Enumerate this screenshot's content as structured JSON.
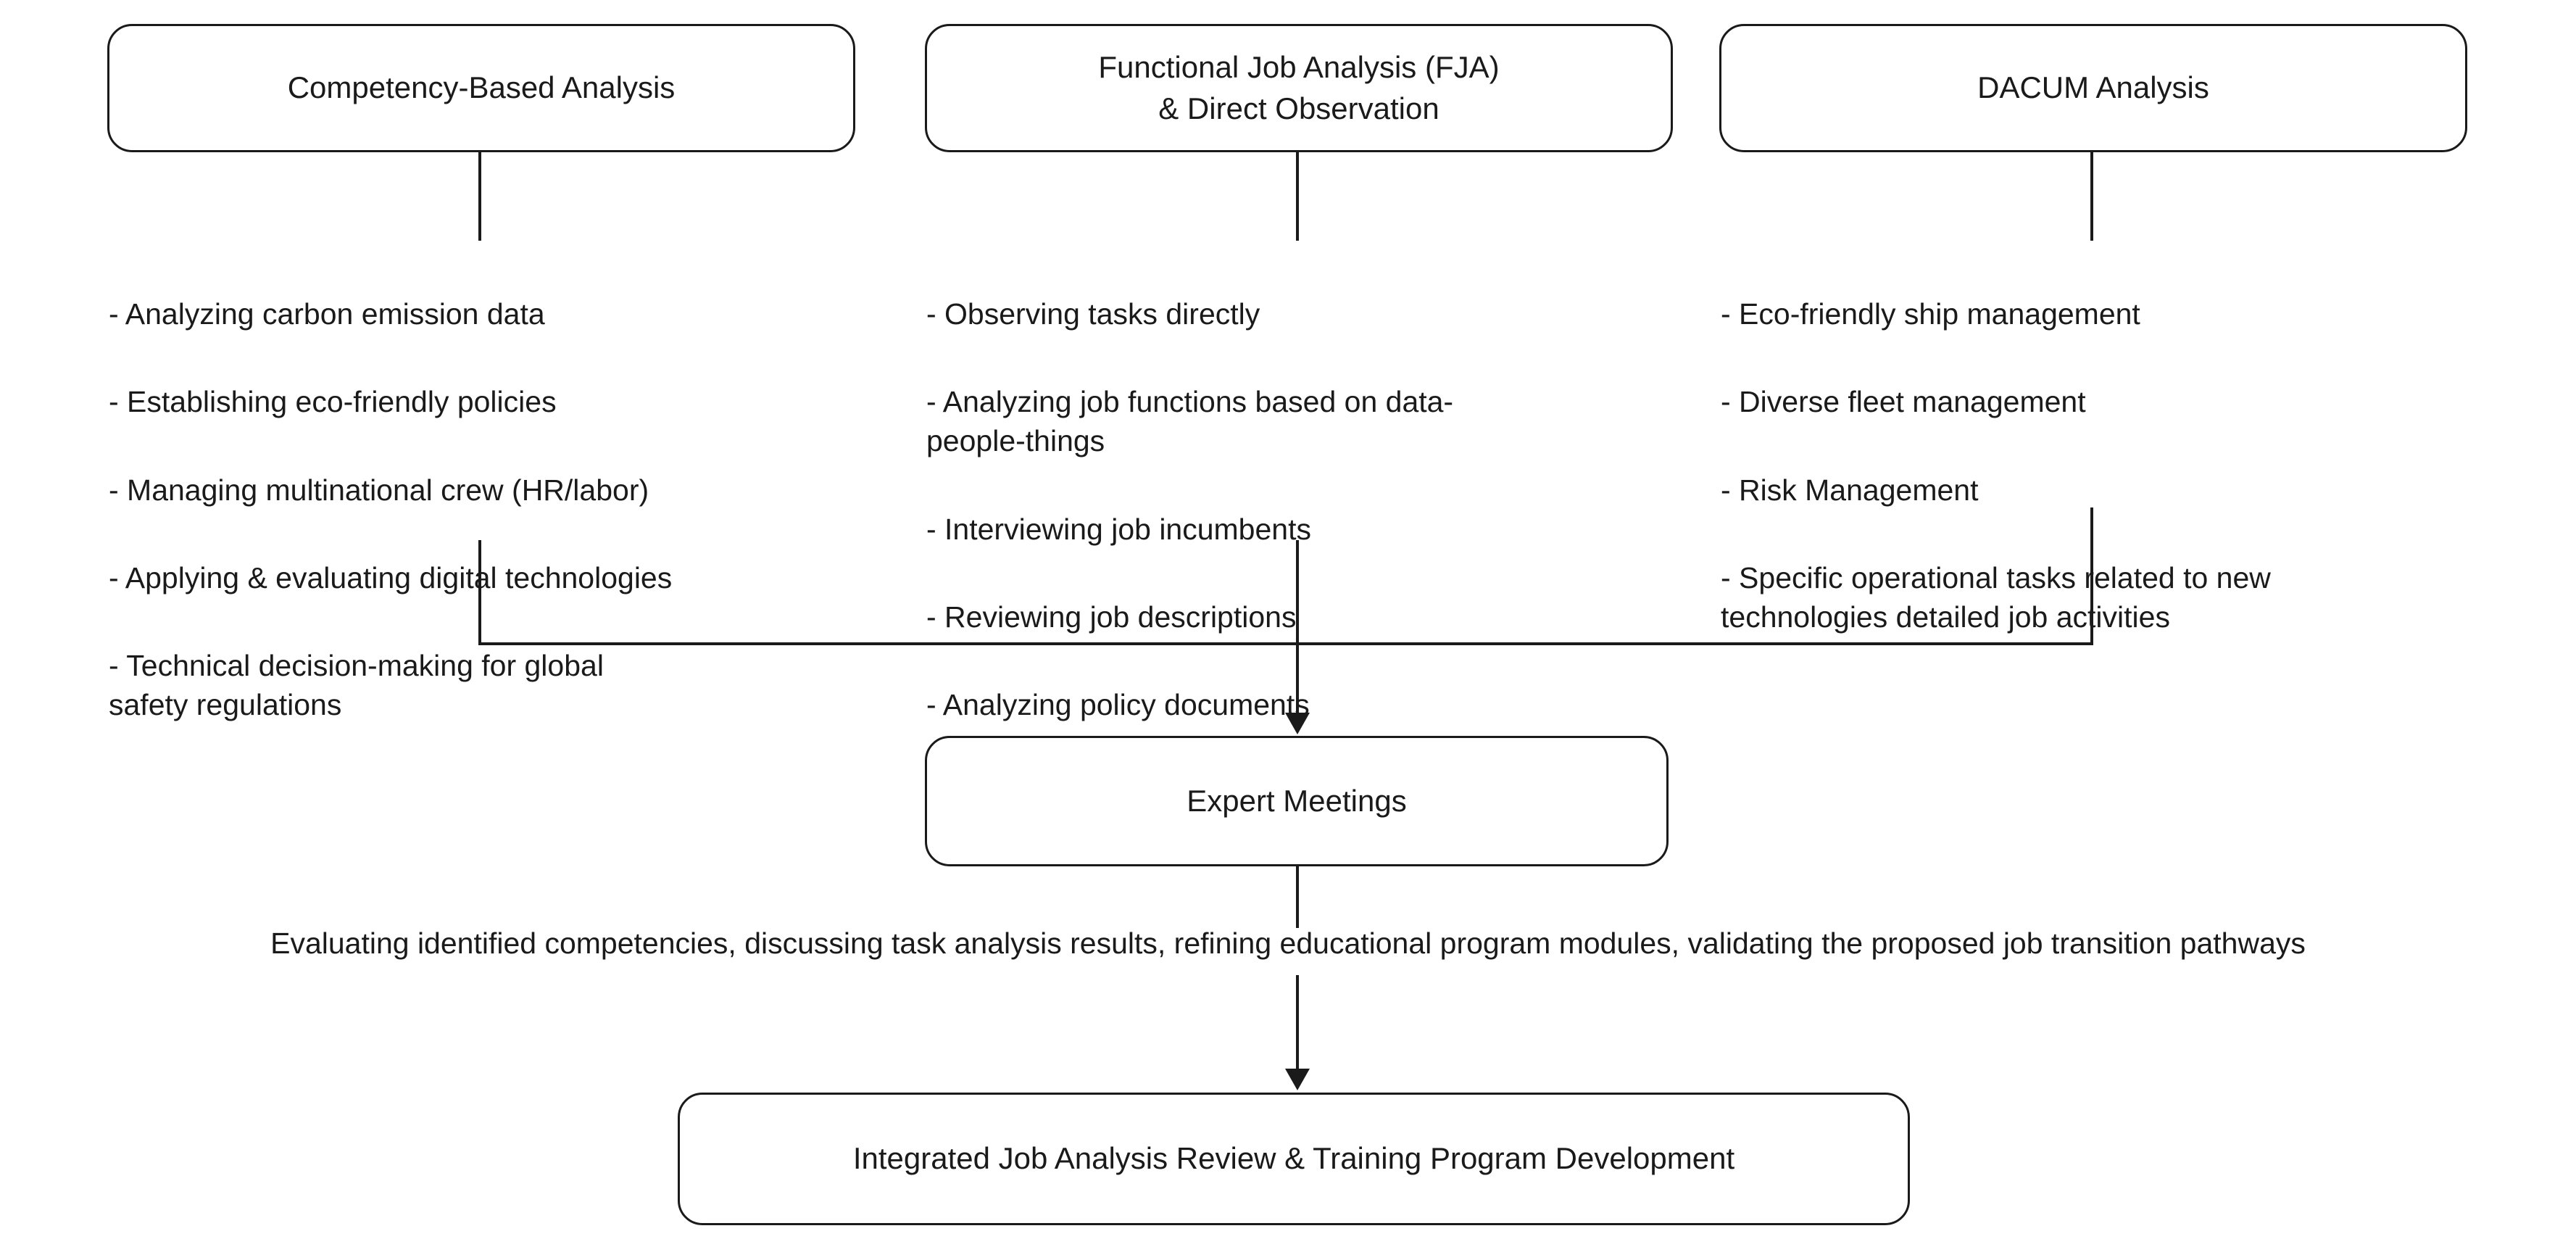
{
  "diagram": {
    "title": "Job Analysis Methods and Integration Flow",
    "colors": {
      "stroke": "#1a1a1a",
      "fill": "#ffffff",
      "text": "#1a1a1a"
    },
    "nodes": {
      "competency": {
        "label": "Competency-Based Analysis"
      },
      "fja": {
        "label": "Functional Job Analysis (FJA)\n& Direct Observation"
      },
      "dacum": {
        "label": "DACUM Analysis"
      },
      "expert": {
        "label": "Expert Meetings"
      },
      "integrated": {
        "label": "Integrated Job Analysis Review & Training Program Development"
      }
    },
    "lists": {
      "competency": [
        "- Analyzing carbon emission data",
        "- Establishing eco-friendly policies",
        "- Managing multinational crew (HR/labor)",
        " - Applying & evaluating digital technologies",
        "- Technical decision-making for global\n  safety regulations"
      ],
      "fja": [
        "- Observing tasks directly",
        "- Analyzing job functions based on data-\n  people-things",
        "- Interviewing job incumbents",
        "- Reviewing job descriptions",
        "- Analyzing policy documents"
      ],
      "dacum": [
        "- Eco-friendly ship management",
        "- Diverse fleet management",
        "- Risk Management",
        "- Specific operational tasks related to new\n  technologies detailed job activities"
      ]
    },
    "caption": {
      "evaluating": "Evaluating identified competencies, discussing task analysis results, refining educational program modules, validating the proposed job transition pathways"
    }
  }
}
